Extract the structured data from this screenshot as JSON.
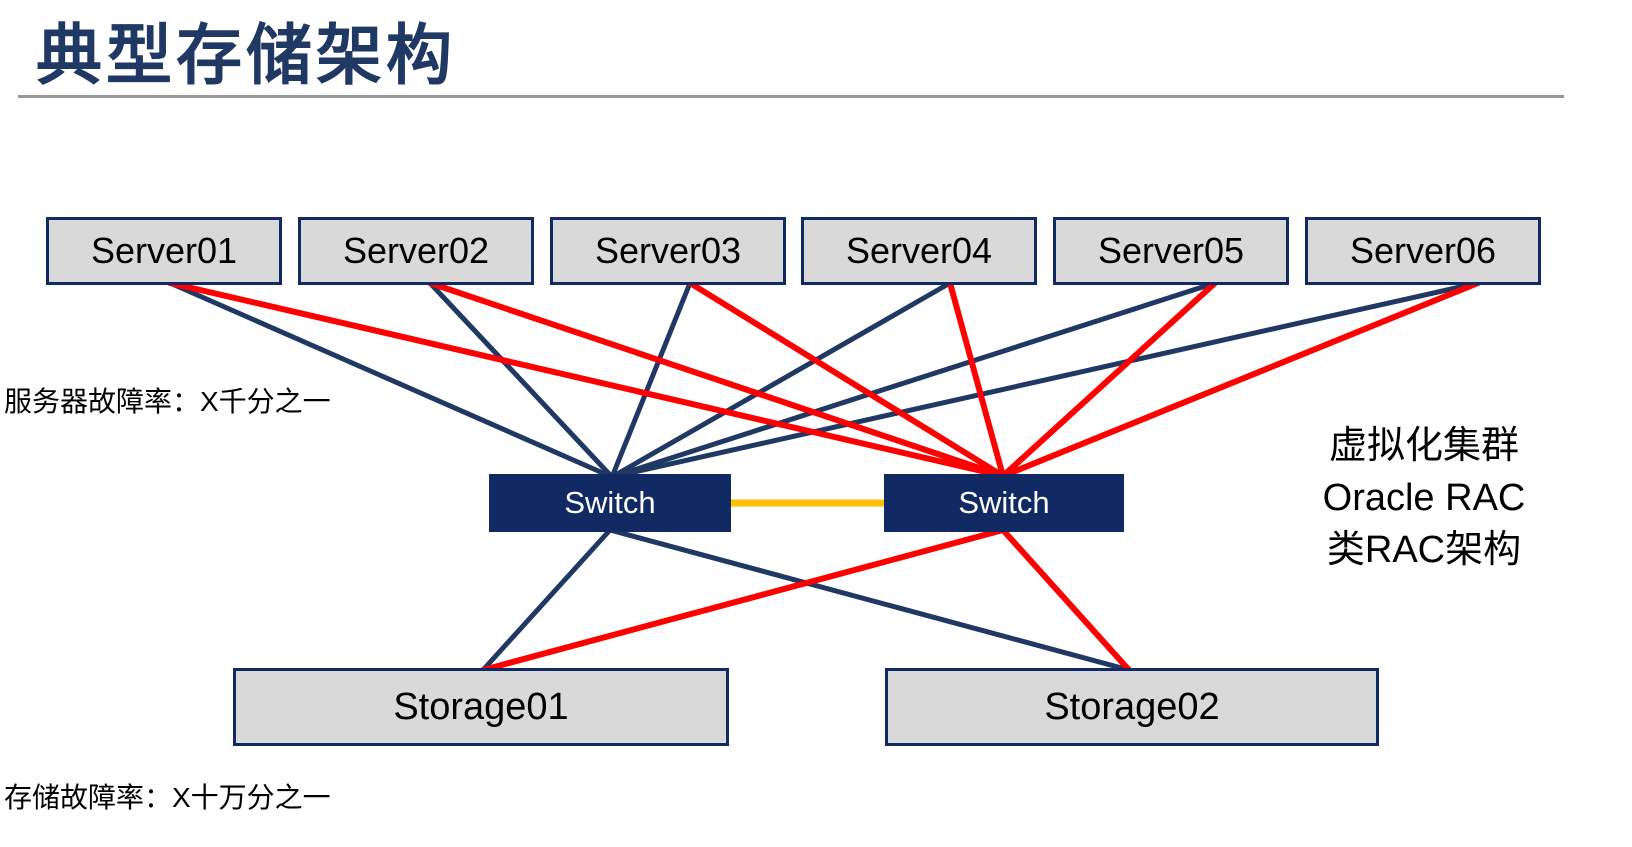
{
  "title": "典型存储架构",
  "annotations": {
    "server_failure_rate": "服务器故障率：X千分之一",
    "storage_failure_rate": "存储故障率：X十万分之一",
    "cluster_note_lines": [
      "虚拟化集群",
      "Oracle RAC",
      "类RAC架构"
    ]
  },
  "nodes": {
    "servers": [
      "Server01",
      "Server02",
      "Server03",
      "Server04",
      "Server05",
      "Server06"
    ],
    "switches": [
      "Switch",
      "Switch"
    ],
    "storages": [
      "Storage01",
      "Storage02"
    ]
  },
  "connections": {
    "servers_to_left_switch": "navy",
    "servers_to_right_switch": "red",
    "left_switch_to_storages": "navy",
    "right_switch_to_storages": "red",
    "switch_to_switch": "orange"
  },
  "colors": {
    "title": "#1F3864",
    "line_navy": "#1F3864",
    "line_red": "#FF0000",
    "line_orange": "#FFC000",
    "deep_navy": "#122A63",
    "box_fill": "#D9D9D9",
    "divider": "#999999"
  }
}
